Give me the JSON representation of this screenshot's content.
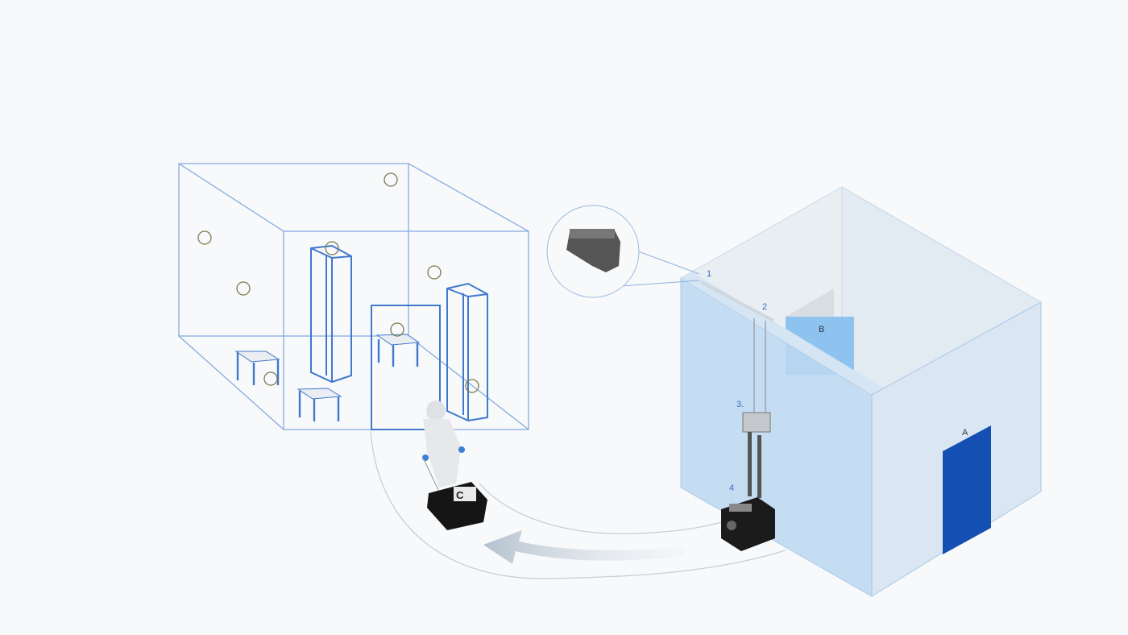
{
  "labels": {
    "sensor_1": "1",
    "junction_2": "2",
    "unit_3": "3.",
    "device_4": "4",
    "room_a": "A",
    "room_b": "B",
    "device_brand": "C"
  },
  "colors": {
    "wire": "#5b8fd6",
    "room_blue": "#bcd8f0",
    "door_a": "#1450b4",
    "panel_b": "#8ec3ef",
    "sample_point": "#7a7a50"
  }
}
